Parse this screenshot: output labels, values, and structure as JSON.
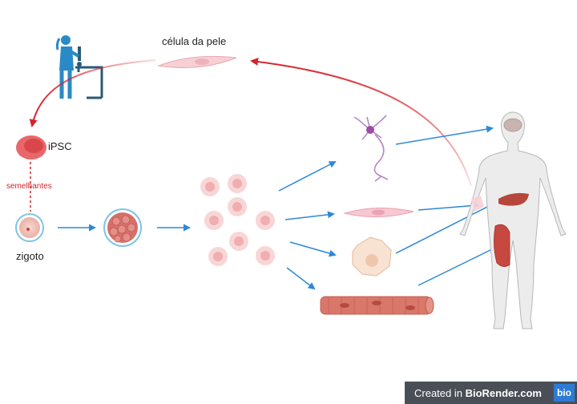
{
  "labels": {
    "skin_cell": "célula da pele",
    "ipsc": "iPSC",
    "similar": "semelhantes",
    "zygote": "zigoto"
  },
  "badge": {
    "prefix": "Created in ",
    "brand": "BioRender.com",
    "logo": "bio"
  },
  "colors": {
    "red_arrow": "#d4232a",
    "blue_arrow": "#2d88d8",
    "cell_pink": "#f4c4c4",
    "nucleus_pink": "#e89a9a",
    "scientist_blue": "#2a8ac6",
    "muscle": "#d9776a",
    "liver": "#b5483a",
    "body_gray": "#ececec"
  },
  "icons": [
    "scientist-icon",
    "skin-cell-icon",
    "ipsc-cell-icon",
    "zygote-icon",
    "morula-icon",
    "stem-cell-icon",
    "neuron-icon",
    "fibroblast-icon",
    "hepatocyte-icon",
    "muscle-fiber-icon",
    "human-body-icon"
  ]
}
